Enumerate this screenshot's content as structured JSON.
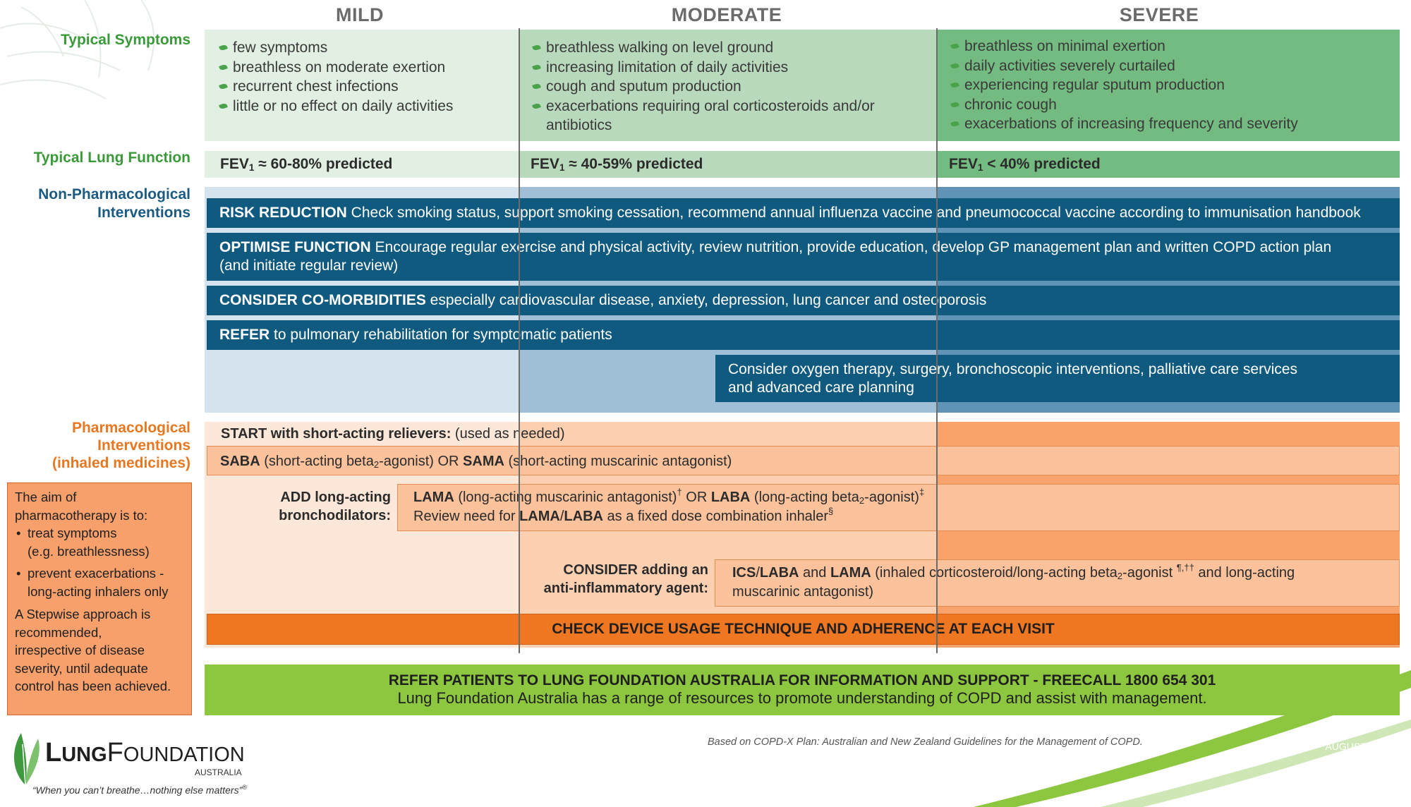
{
  "columns": {
    "mild": "MILD",
    "moderate": "MODERATE",
    "severe": "SEVERE"
  },
  "labels": {
    "symptoms": "Typical Symptoms",
    "lung_function": "Typical Lung Function",
    "non_pharm_1": "Non-Pharmacological",
    "non_pharm_2": "Interventions",
    "pharm_1": "Pharmacological",
    "pharm_2": "Interventions",
    "pharm_3": "(inhaled medicines)"
  },
  "symptoms": {
    "mild": [
      "few symptoms",
      "breathless on moderate exertion",
      "recurrent chest infections",
      "little or no effect on daily activities"
    ],
    "moderate": [
      "breathless walking on level ground",
      "increasing limitation of daily activities",
      "cough and sputum production",
      "exacerbations requiring oral corticosteroids and/or antibiotics"
    ],
    "severe": [
      "breathless on minimal exertion",
      "daily activities severely curtailed",
      "experiencing regular sputum production",
      "chronic cough",
      "exacerbations of increasing frequency and severity"
    ]
  },
  "fev": {
    "mild": {
      "prefix": "FEV",
      "sub": "1",
      "rest": " ≈ 60-80% predicted"
    },
    "moderate": {
      "prefix": "FEV",
      "sub": "1",
      "rest": " ≈ 40-59% predicted"
    },
    "severe": {
      "prefix": "FEV",
      "sub": "1",
      "rest": " < 40% predicted"
    }
  },
  "non_pharm": {
    "risk": {
      "head": "RISK REDUCTION",
      "text": " Check smoking status, support smoking cessation, recommend annual influenza vaccine and pneumococcal vaccine according to immunisation handbook"
    },
    "optimise": {
      "head": "OPTIMISE FUNCTION",
      "text": " Encourage regular exercise and physical activity, review nutrition, provide education, develop GP management plan and written COPD action plan",
      "line2": "(and initiate regular review)"
    },
    "comorb": {
      "head": "CONSIDER CO-MORBIDITIES",
      "text": " especially cardiovascular disease, anxiety, depression, lung cancer and osteoporosis"
    },
    "refer": {
      "head": "REFER",
      "text": " to pulmonary rehabilitation for symptomatic patients"
    },
    "oxygen": {
      "line1": "Consider oxygen therapy, surgery, bronchoscopic interventions, palliative care services",
      "line2": "and advanced care planning"
    }
  },
  "pharm": {
    "start_head": "START with short-acting relievers:",
    "start_text": " (used as needed)",
    "saba": {
      "b1": "SABA",
      "t1": " (short-acting beta",
      "sub": "2",
      "t2": "-agonist) OR ",
      "b2": "SAMA",
      "t3": " (short-acting muscarinic antagonist)"
    },
    "add_label_1": "ADD long-acting",
    "add_label_2": "bronchodilators:",
    "lama": {
      "b1": "LAMA",
      "t1": " (long-acting muscarinic antagonist)",
      "s1": "†",
      "t2": " OR ",
      "b2": "LABA",
      "t3": " (long-acting beta",
      "sub": "2",
      "t4": "-agonist)",
      "s2": "‡"
    },
    "review": {
      "t1": "Review need for ",
      "b1": "LAMA",
      "t2": "/",
      "b2": "LABA",
      "t3": " as a fixed dose combination inhaler",
      "s1": "§"
    },
    "consider_label_1": "CONSIDER adding an",
    "consider_label_2": "anti-inflammatory agent:",
    "ics": {
      "b1": "ICS",
      "t1": "/",
      "b2": "LABA",
      "t2": " and ",
      "b3": "LAMA",
      "t3": " (inhaled corticosteroid/long-acting beta",
      "sub": "2",
      "t4": "-agonist ",
      "s1": "¶,††",
      "t5": " and long-acting",
      "line2": "muscarinic antagonist)"
    },
    "check": "CHECK DEVICE USAGE TECHNIQUE AND ADHERENCE AT EACH VISIT"
  },
  "aim": {
    "l1": "The aim of",
    "l2": "pharmacotherapy is to:",
    "b1a": "treat symptoms",
    "b1b": "(e.g. breathlessness)",
    "b2a": "prevent exacerbations -",
    "b2b": "long-acting inhalers only",
    "p1": "A Stepwise approach is",
    "p2": "recommended,",
    "p3": "irrespective of disease",
    "p4": "severity, until adequate",
    "p5": "control has been achieved."
  },
  "refer_banner": {
    "line1": "REFER PATIENTS TO LUNG FOUNDATION AUSTRALIA FOR INFORMATION AND SUPPORT - FREECALL 1800 654 301",
    "line2": "Lung Foundation Australia has a range of resources to promote understanding of COPD and assist with management."
  },
  "footer": {
    "source": "Based on COPD-X Plan: Australian and New Zealand Guidelines for the Management of COPD.",
    "date": "AUGUST 2017"
  },
  "logo": {
    "name_l": "L",
    "name_ung": "UNG",
    "name_f": "F",
    "name_oundation": "OUNDATION",
    "country": "AUSTRALIA",
    "tagline": "“When you can’t breathe…nothing else matters”",
    "mark": "®"
  },
  "colors": {
    "green_label": "#3a9a3a",
    "navy_label": "#1b5a82",
    "orange_label": "#e87722",
    "blue_bar": "#0f5a7e",
    "orange_bar": "#f07722",
    "green_banner": "#8dc63f"
  }
}
